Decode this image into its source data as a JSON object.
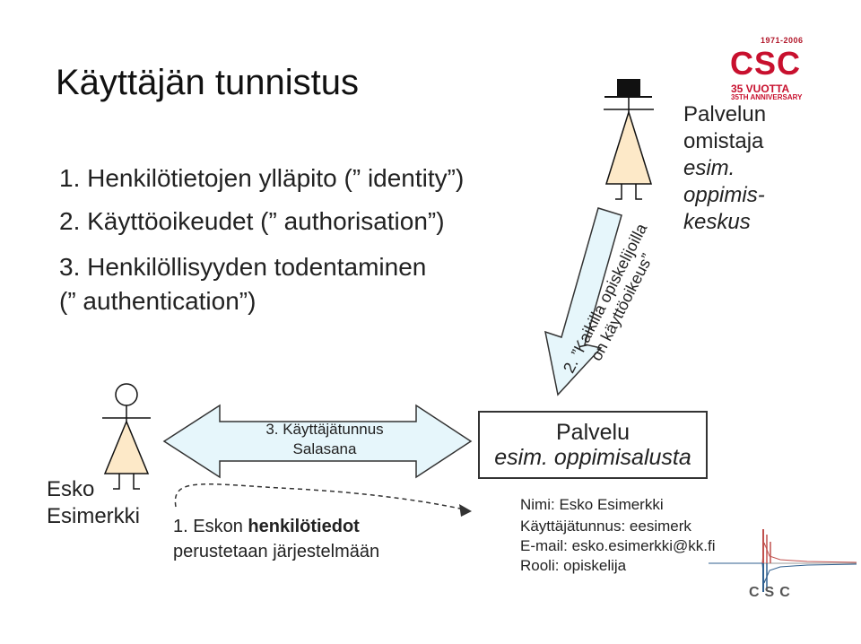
{
  "title": "Käyttäjän tunnistus",
  "list": [
    "1. Henkilötietojen ylläpito (” identity”)",
    "2. Käyttöoikeudet (” authorisation”)",
    "3. Henkilöllisyyden todentaminen",
    "(” authentication”)"
  ],
  "owner": {
    "line1": "Palvelun",
    "line2": "omistaja",
    "line3": "esim.",
    "line4": "oppimis-",
    "line5": "keskus"
  },
  "logo": {
    "years": "1971-2006",
    "name": "CSC",
    "sub1": "35 VUOTTA",
    "sub2": "35TH ANNIVERSARY"
  },
  "rotated_arrow": {
    "line1": "2. ”Kaikilla opiskelijoilla",
    "line2": "on käyttöoikeus”"
  },
  "user": {
    "first": "Esko",
    "last": "Esimerkki"
  },
  "double_arrow": {
    "line1": "3. Käyttäjätunnus",
    "line2": "Salasana"
  },
  "basis": {
    "prefix": "1. Eskon ",
    "bold": "henkilötiedot",
    "line2": "perustetaan järjestelmään"
  },
  "service": {
    "title": "Palvelu",
    "subtitle": "esim. oppimisalusta"
  },
  "info": [
    "Nimi: Esko Esimerkki",
    "Käyttäjätunnus: eesimerk",
    "E-mail: esko.esimerkki@kk.fi",
    "Rooli: opiskelija"
  ],
  "footer_logo": "CSC",
  "colors": {
    "arrow_fill": "#e6f6fb",
    "figure_fill": "#fde9c8",
    "logo_red": "#c8102e",
    "spectrum_red": "#c0504d",
    "spectrum_blue": "#2f5f8f"
  }
}
